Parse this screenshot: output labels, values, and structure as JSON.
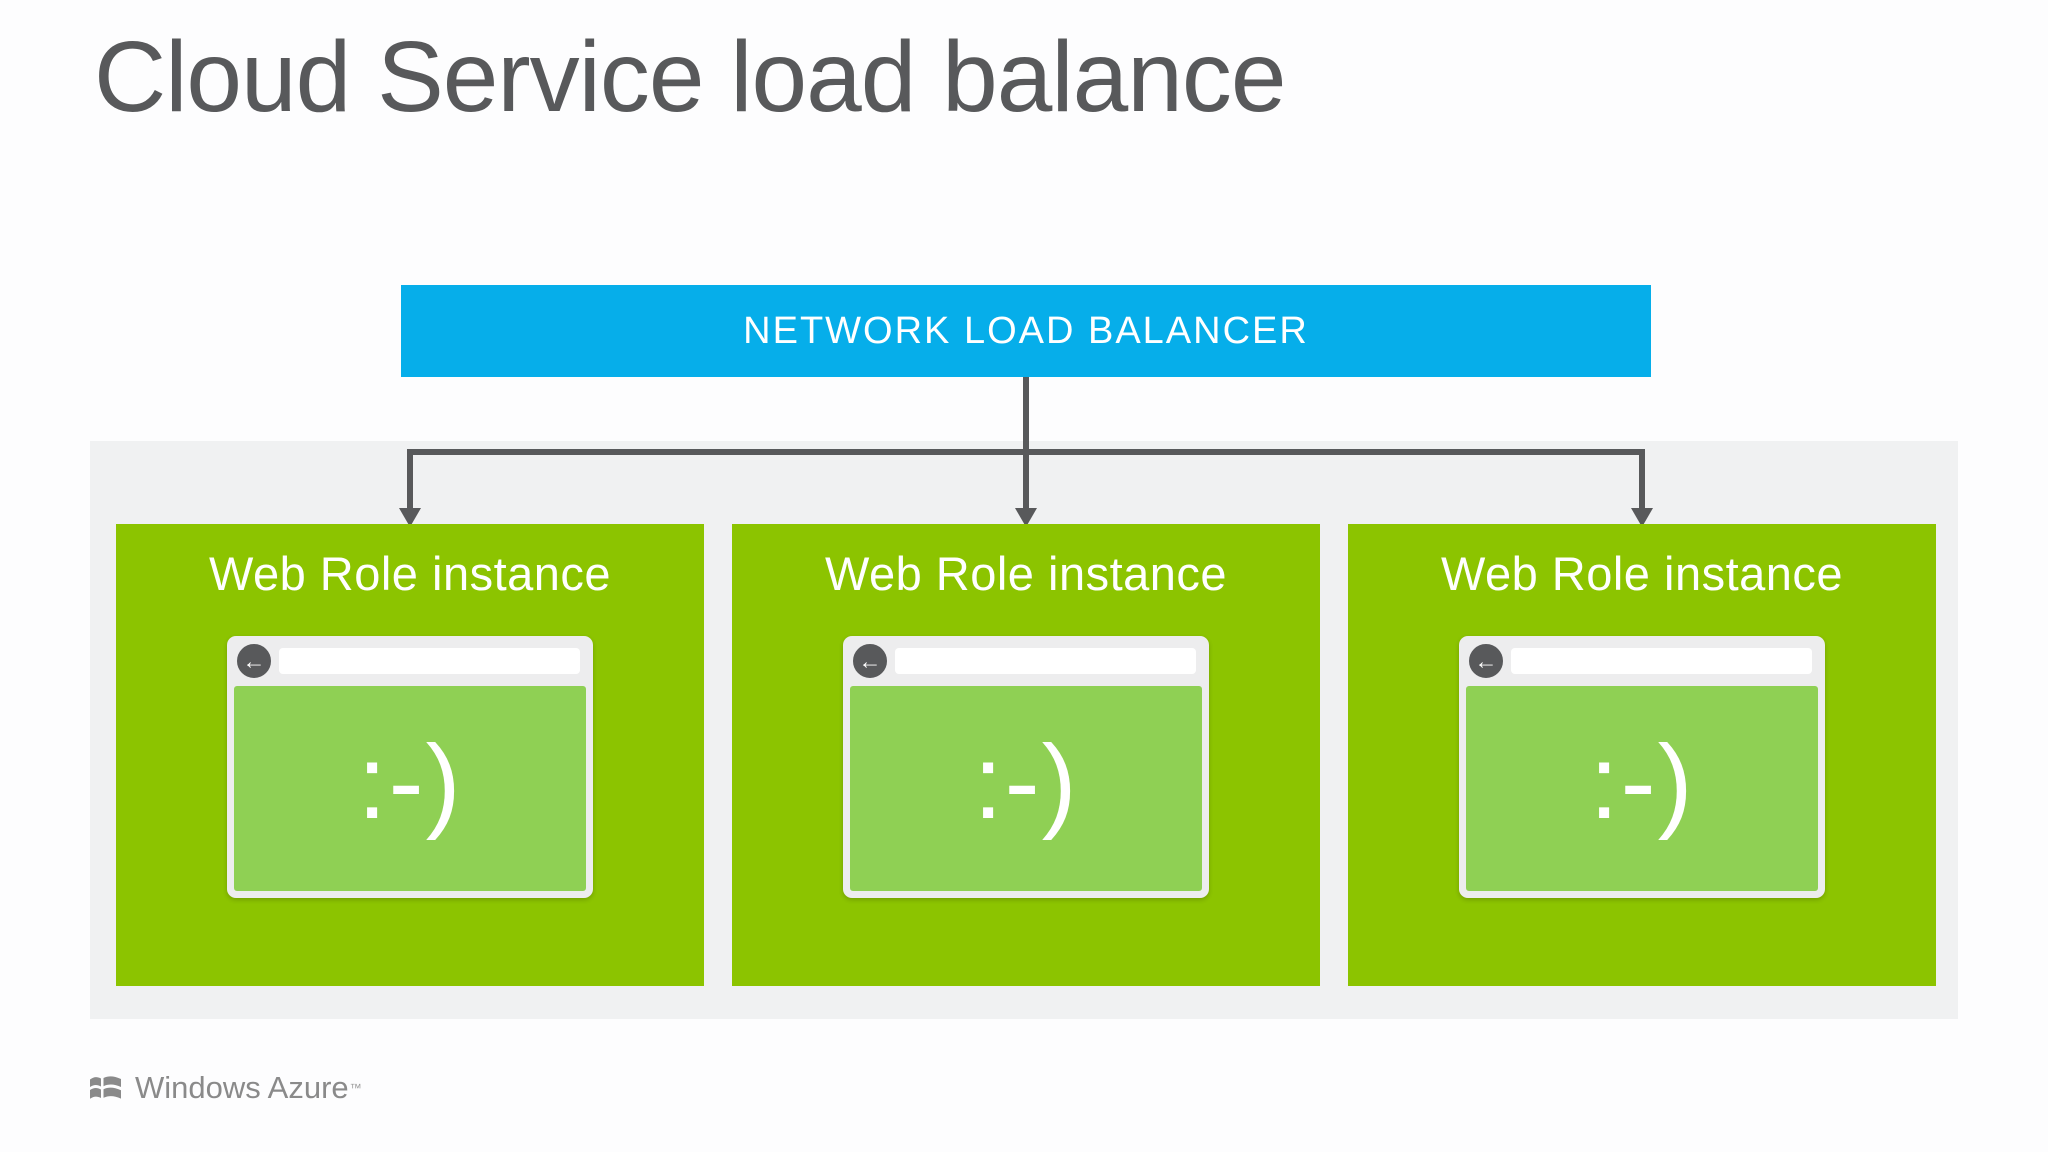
{
  "slide": {
    "title": "Cloud Service load balance"
  },
  "load_balancer": {
    "label": "NETWORK LOAD BALANCER"
  },
  "web_roles": [
    {
      "label": "Web Role instance",
      "status_emoticon": ":-)"
    },
    {
      "label": "Web Role instance",
      "status_emoticon": ":-)"
    },
    {
      "label": "Web Role instance",
      "status_emoticon": ":-)"
    }
  ],
  "browser": {
    "back_icon": "←"
  },
  "footer": {
    "brand": "Windows Azure",
    "trademark": "™"
  },
  "colors": {
    "accent_blue": "#06AEEA",
    "role_green": "#8CC400",
    "page_green": "#8FD054",
    "connector_gray": "#58595B",
    "title_gray": "#58595B",
    "band_gray": "#F0F1F2",
    "footer_gray": "#8A8A8A"
  }
}
